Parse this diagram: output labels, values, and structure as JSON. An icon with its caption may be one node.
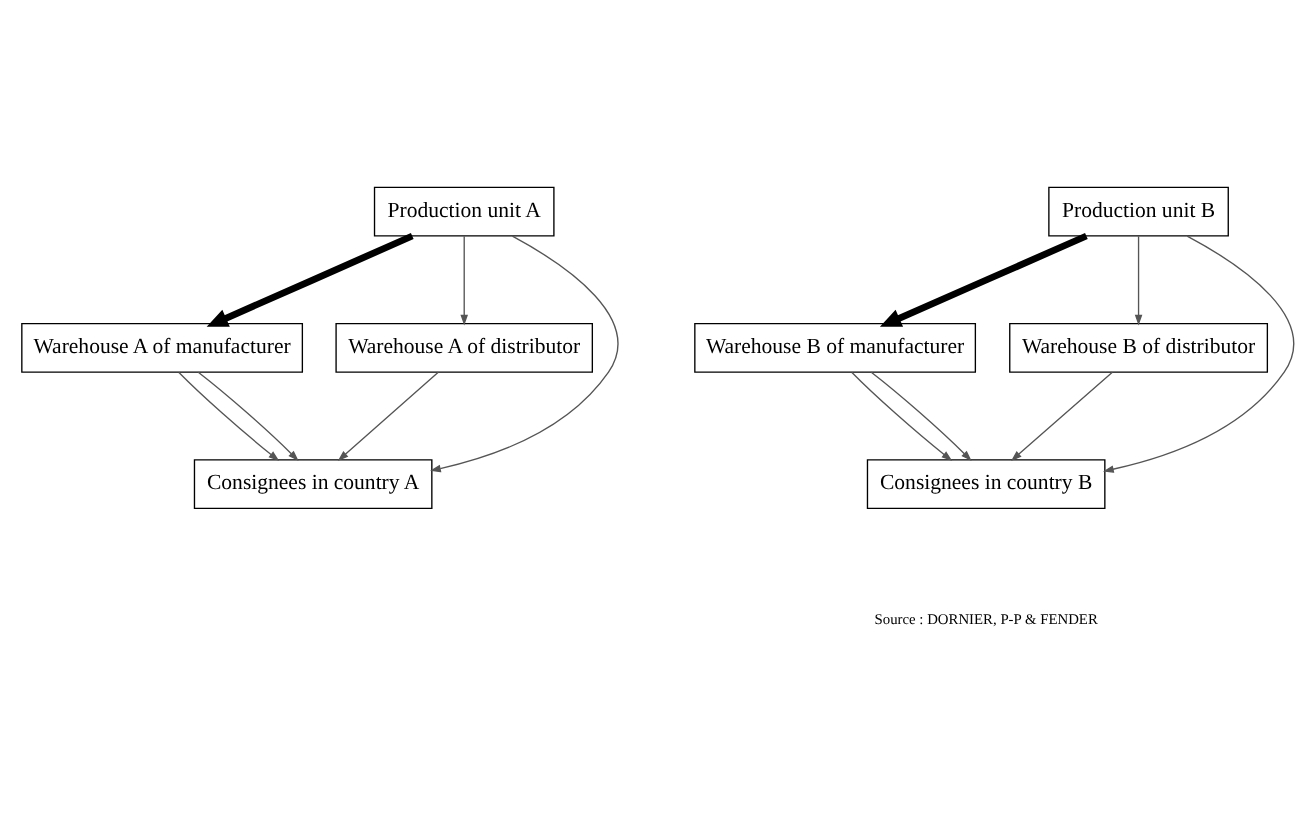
{
  "diagram": {
    "nodes": [
      {
        "text": [
          "Production unit A"
        ]
      },
      {
        "text": [
          "Warehouse A of manufacturer"
        ]
      },
      {
        "text": [
          "Warehouse A of distributor"
        ]
      },
      {
        "text": [
          "Consignees in country A"
        ]
      },
      {
        "text": [
          "Production unit B"
        ]
      },
      {
        "text": [
          "Warehouse B of manufacturer"
        ]
      },
      {
        "text": [
          "Warehouse B of distributor"
        ]
      },
      {
        "text": [
          "Consignees in country B"
        ]
      }
    ],
    "edges": [
      {
        "from": 0,
        "to": 1,
        "arrow": "to",
        "style": "thick"
      },
      {
        "from": 0,
        "to": 3,
        "arrow": "to"
      },
      {
        "from": 0,
        "to": 2,
        "arrow": "to"
      },
      {
        "from": 1,
        "to": 3,
        "arrow": "to"
      },
      {
        "from": 1,
        "to": 3,
        "arrow": "to"
      },
      {
        "from": 2,
        "to": 3,
        "arrow": "to"
      },
      {
        "from": 4,
        "to": 5,
        "arrow": "to",
        "style": "thick"
      },
      {
        "from": 4,
        "to": 7,
        "arrow": "to"
      },
      {
        "from": 4,
        "to": 6,
        "arrow": "to"
      },
      {
        "from": 5,
        "to": 7,
        "arrow": "to"
      },
      {
        "from": 5,
        "to": 7,
        "arrow": "to"
      },
      {
        "from": 6,
        "to": 7,
        "arrow": "to"
      }
    ],
    "labels": [
      "Source : DORNIER, P-P & FENDER"
    ]
  }
}
